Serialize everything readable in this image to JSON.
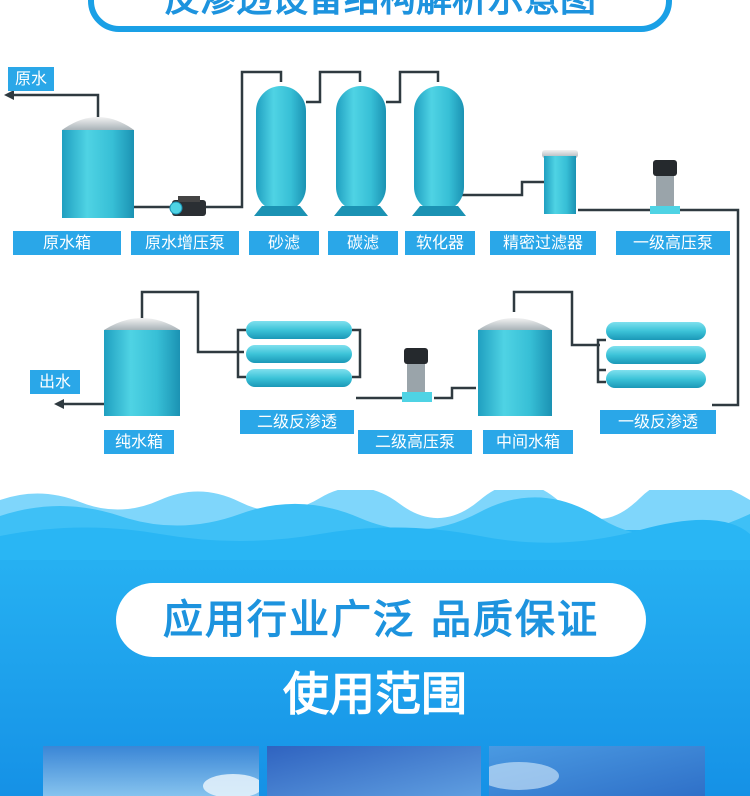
{
  "header": {
    "title": "反渗透设备结构解析示意图"
  },
  "labels": {
    "raw_water_in": "原水",
    "raw_tank": "原水箱",
    "booster_pump": "原水增压泵",
    "sand_filter": "砂滤",
    "carbon_filter": "碳滤",
    "softener": "软化器",
    "precision_filter": "精密过滤器",
    "pump_1": "一级高压泵",
    "ro_1": "一级反渗透",
    "middle_tank": "中间水箱",
    "pump_2": "二级高压泵",
    "ro_2": "二级反渗透",
    "pure_tank": "纯水箱",
    "water_out": "出水"
  },
  "banner": {
    "pill_text": "应用行业广泛 品质保证",
    "subtitle": "使用范围"
  },
  "colors": {
    "accent": "#1aa0e6",
    "label_bg": "#2aa7e8",
    "tank": "#3cc3d8"
  }
}
